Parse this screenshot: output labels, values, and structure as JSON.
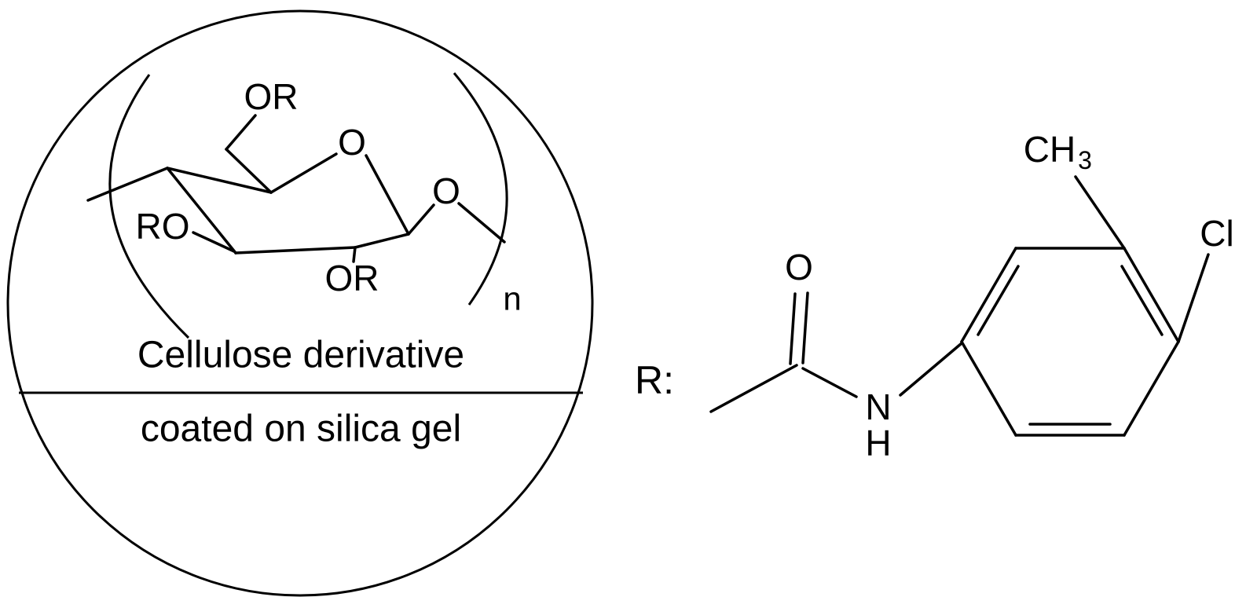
{
  "left_panel": {
    "or_top": "OR",
    "ring_oxygen": "O",
    "glycosidic_oxygen": "O",
    "ro_left": "RO",
    "or_bottom": "OR",
    "repeat_subscript": "n",
    "caption_line1": "Cellulose derivative",
    "caption_line2": "coated on silica gel"
  },
  "right_panel": {
    "r_label": "R:",
    "carbonyl_oxygen": "O",
    "nitrogen": "N",
    "hydrogen": "H",
    "methyl_main": "CH",
    "methyl_subscript": "3",
    "chlorine": "Cl"
  },
  "colors": {
    "line": "#000000",
    "background": "#ffffff",
    "text": "#000000"
  }
}
